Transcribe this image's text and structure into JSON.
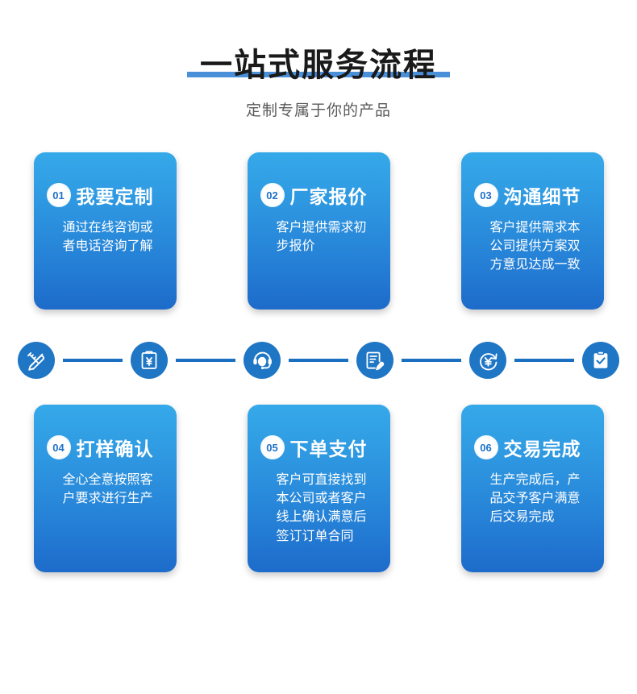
{
  "header": {
    "title": "一站式服务流程",
    "subtitle": "定制专属于你的产品",
    "underline_color": "#4a90d9",
    "title_color": "#1a1a1a",
    "subtitle_color": "#5a5a5a"
  },
  "theme": {
    "card_gradient_top": "#35a9e9",
    "card_gradient_bottom": "#1d6bca",
    "icon_blue": "#1e76c5",
    "connector_blue": "#1a6fc0",
    "badge_text_color": "#1e72c8",
    "background": "#ffffff"
  },
  "steps_top": [
    {
      "number": "01",
      "title": "我要定制",
      "body": "通过在线咨询或者电话咨询了解"
    },
    {
      "number": "02",
      "title": "厂家报价",
      "body": "客户提供需求初步报价"
    },
    {
      "number": "03",
      "title": "沟通细节",
      "body": "客户提供需求本公司提供方案双方意见达成一致"
    }
  ],
  "steps_bottom": [
    {
      "number": "04",
      "title": "打样确认",
      "body": "全心全意按照客户要求进行生产"
    },
    {
      "number": "05",
      "title": "下单支付",
      "body": "客户可直接找到本公司或者客户线上确认满意后签订订单合同"
    },
    {
      "number": "06",
      "title": "交易完成",
      "body": "生产完成后，产品交予客户满意后交易完成"
    }
  ],
  "icons": [
    {
      "name": "design-pencil-ruler-icon"
    },
    {
      "name": "quote-clipboard-yuan-icon"
    },
    {
      "name": "headset-support-icon"
    },
    {
      "name": "document-signature-icon"
    },
    {
      "name": "yuan-payment-refresh-icon"
    },
    {
      "name": "clipboard-check-icon"
    }
  ]
}
